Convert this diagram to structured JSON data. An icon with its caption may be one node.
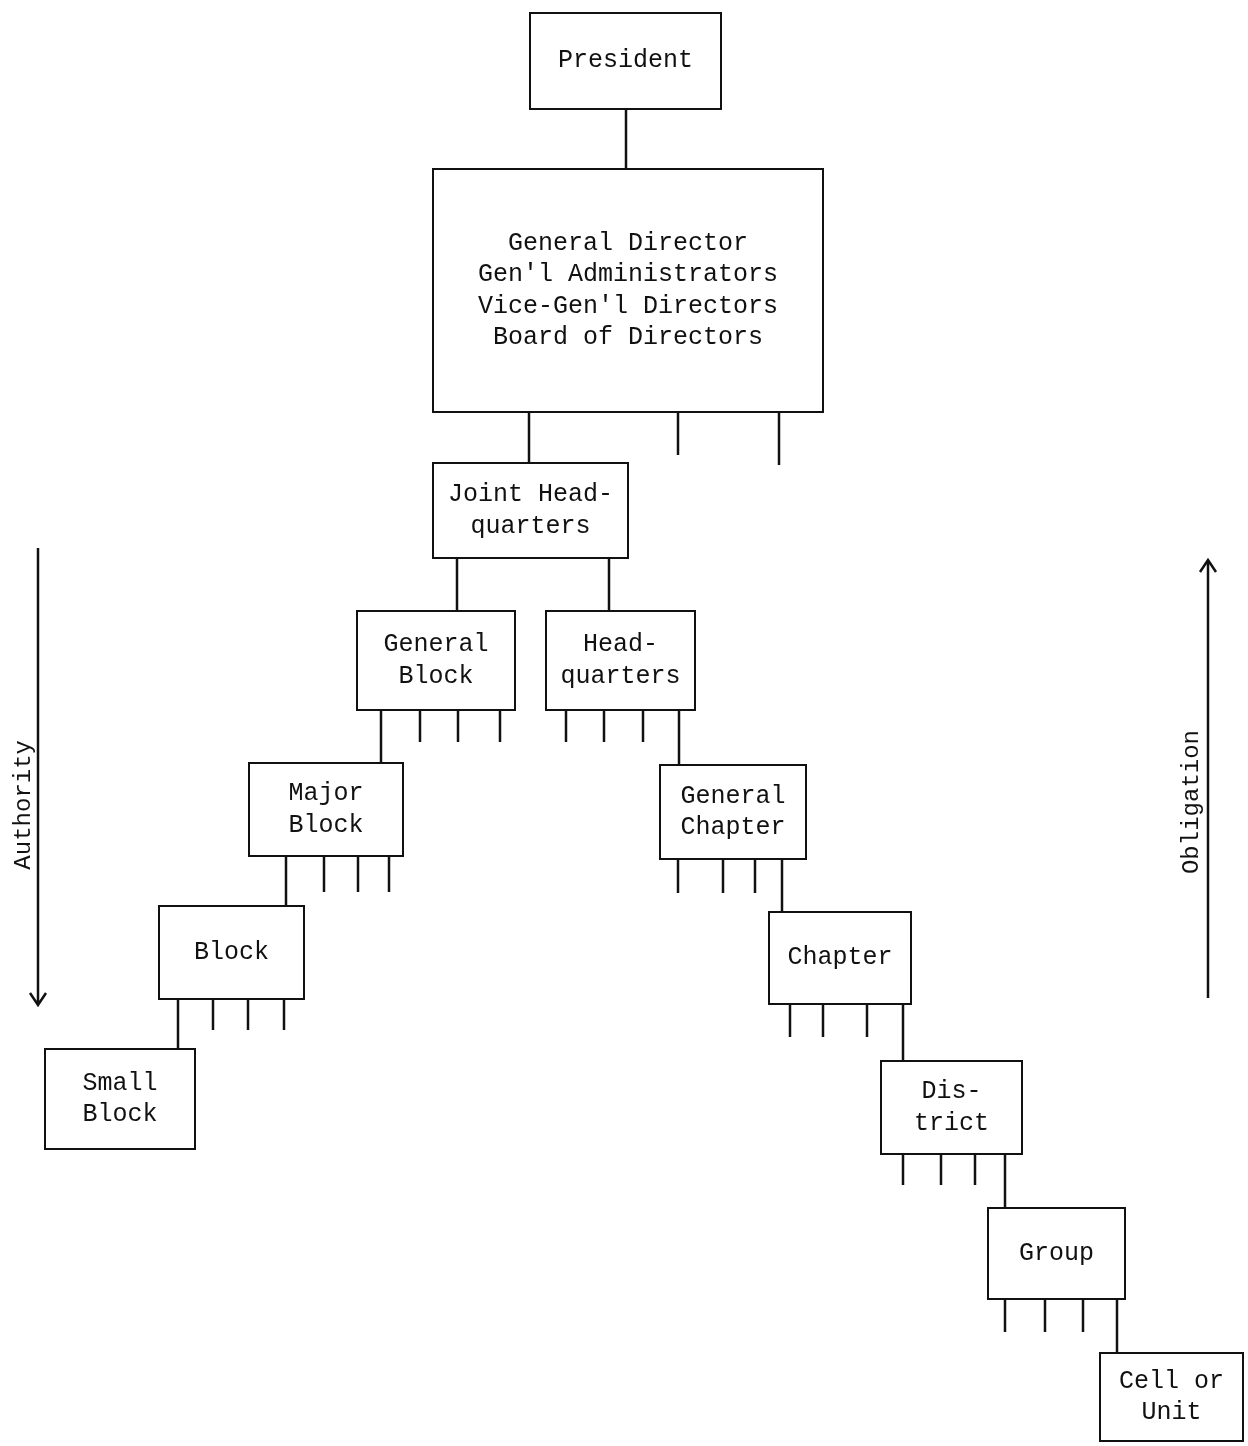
{
  "diagram": {
    "nodes": [
      {
        "text": [
          "President"
        ]
      },
      {
        "text": [
          "General Director",
          "Gen'l Administrators",
          "Vice-Gen'l Directors",
          "Board of Directors"
        ]
      },
      {
        "text": [
          "Joint Head- quarters"
        ]
      },
      {
        "text": [
          "General Block"
        ]
      },
      {
        "text": [
          "Head- quarters"
        ]
      },
      {
        "text": [
          "Major Block"
        ]
      },
      {
        "text": [
          "General Chapter"
        ]
      },
      {
        "text": [
          "Block"
        ]
      },
      {
        "text": [
          "Chapter"
        ]
      },
      {
        "text": [
          "Small Block"
        ]
      },
      {
        "text": [
          "Dis- trict"
        ]
      },
      {
        "text": [
          "Group"
        ]
      },
      {
        "text": [
          "Cell or Unit"
        ]
      }
    ],
    "edges": [
      {
        "from": 0,
        "to": 1,
        "arrow": "none"
      },
      {
        "from": 1,
        "to": 2,
        "arrow": "none"
      },
      {
        "from": 1,
        "to": null,
        "arrow": "none"
      },
      {
        "from": 1,
        "to": null,
        "arrow": "none"
      },
      {
        "from": 2,
        "to": 3,
        "arrow": "none"
      },
      {
        "from": 2,
        "to": 4,
        "arrow": "none"
      },
      {
        "from": 3,
        "to": 5,
        "arrow": "none"
      },
      {
        "from": 3,
        "to": null,
        "arrow": "none"
      },
      {
        "from": 3,
        "to": null,
        "arrow": "none"
      },
      {
        "from": 3,
        "to": null,
        "arrow": "none"
      },
      {
        "from": 4,
        "to": null,
        "arrow": "none"
      },
      {
        "from": 4,
        "to": null,
        "arrow": "none"
      },
      {
        "from": 4,
        "to": null,
        "arrow": "none"
      },
      {
        "from": 4,
        "to": 6,
        "arrow": "none"
      },
      {
        "from": 5,
        "to": 7,
        "arrow": "none"
      },
      {
        "from": 5,
        "to": null,
        "arrow": "none"
      },
      {
        "from": 5,
        "to": null,
        "arrow": "none"
      },
      {
        "from": 5,
        "to": null,
        "arrow": "none"
      },
      {
        "from": 6,
        "to": null,
        "arrow": "none"
      },
      {
        "from": 6,
        "to": null,
        "arrow": "none"
      },
      {
        "from": 6,
        "to": null,
        "arrow": "none"
      },
      {
        "from": 6,
        "to": 8,
        "arrow": "none"
      },
      {
        "from": 7,
        "to": 9,
        "arrow": "none"
      },
      {
        "from": 7,
        "to": null,
        "arrow": "none"
      },
      {
        "from": 7,
        "to": null,
        "arrow": "none"
      },
      {
        "from": 7,
        "to": null,
        "arrow": "none"
      },
      {
        "from": 8,
        "to": null,
        "arrow": "none"
      },
      {
        "from": 8,
        "to": null,
        "arrow": "none"
      },
      {
        "from": 8,
        "to": null,
        "arrow": "none"
      },
      {
        "from": 8,
        "to": 10,
        "arrow": "none"
      },
      {
        "from": 10,
        "to": null,
        "arrow": "none"
      },
      {
        "from": 10,
        "to": null,
        "arrow": "none"
      },
      {
        "from": 10,
        "to": null,
        "arrow": "none"
      },
      {
        "from": 10,
        "to": 11,
        "arrow": "none"
      },
      {
        "from": 11,
        "to": null,
        "arrow": "none"
      },
      {
        "from": 11,
        "to": null,
        "arrow": "none"
      },
      {
        "from": 11,
        "to": null,
        "arrow": "none"
      },
      {
        "from": 11,
        "to": 12,
        "arrow": "none"
      }
    ],
    "labels": [
      "Authority",
      "Obligation"
    ]
  }
}
